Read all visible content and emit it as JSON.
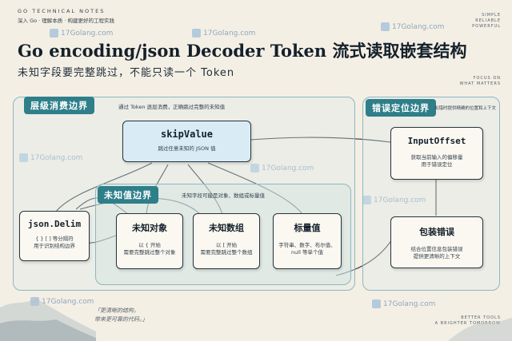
{
  "brand": {
    "top": "GO TECHNICAL NOTES",
    "sub": "深入 Go · 理解本质 · 构建更好的工程实践",
    "right_lines": [
      "SIMPLE",
      "RELIABLE",
      "POWERFUL"
    ],
    "focus_lines": [
      "FOCUS ON",
      "WHAT MATTERS"
    ],
    "better_lines": [
      "BETTER TOOLS",
      "A BRIGHTER TOMORROW"
    ],
    "quote_lines": [
      "「更清晰的结构，",
      "带来更可靠的代码。」"
    ]
  },
  "watermark": "17Golang.com",
  "header": {
    "title": "Go encoding/json Decoder Token 流式读取嵌套结构",
    "subtitle": "未知字段要完整跳过，不能只读一个 Token"
  },
  "regions": {
    "consume": {
      "label": "层级消费边界",
      "note": "通过 Token 逐层消费，正确跳过完整的未知值"
    },
    "error": {
      "label": "错误定位边界",
      "note": "出错时提供精确的位置和上下文"
    },
    "unknown": {
      "label": "未知值边界",
      "note": "未知字段可能是对象、数组或标量值"
    }
  },
  "nodes": {
    "skip": {
      "title": "skipValue",
      "desc": "跳过任意未知的 JSON 值"
    },
    "delim": {
      "title": "json.Delim",
      "desc1": "{ } [ ] 等分隔符",
      "desc2": "用于识别结构边界"
    },
    "obj": {
      "title": "未知对象",
      "desc1": "以 { 开始",
      "desc2": "需要完整跳过整个对象"
    },
    "arr": {
      "title": "未知数组",
      "desc1": "以 [ 开始",
      "desc2": "需要完整跳过整个数组"
    },
    "scalar": {
      "title": "标量值",
      "desc1": "字符串、数字、布尔值、",
      "desc2": "null 等单个值"
    },
    "offset": {
      "title": "InputOffset",
      "desc1": "获取当前输入的偏移量",
      "desc2": "用于错误定位"
    },
    "wrap": {
      "title": "包装错误",
      "desc1": "结合位置信息包装错误",
      "desc2": "提供更清晰的上下文"
    }
  }
}
